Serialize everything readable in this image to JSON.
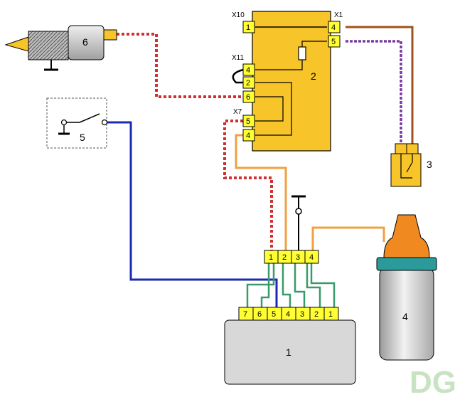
{
  "components": {
    "c1": {
      "label": "1",
      "pins": [
        "7",
        "6",
        "5",
        "4",
        "3",
        "2",
        "1"
      ]
    },
    "c2": {
      "label": "2",
      "x10": {
        "name": "X10",
        "pins": [
          "1"
        ]
      },
      "x1": {
        "name": "X1",
        "pins": [
          "4",
          "5"
        ]
      },
      "x11": {
        "name": "X11",
        "pins": [
          "4",
          "2",
          "6"
        ]
      },
      "x7": {
        "name": "X7",
        "pins": [
          "5",
          "4"
        ]
      }
    },
    "c3": {
      "label": "3"
    },
    "c4": {
      "label": "4"
    },
    "c5": {
      "label": "5"
    },
    "c6": {
      "label": "6"
    },
    "junction": {
      "pins": [
        "1",
        "2",
        "3",
        "4"
      ]
    }
  },
  "watermark": "DG",
  "colors": {
    "yellow": "#f7c52a",
    "pin_yellow": "#ffff33",
    "blue": "#1a2bb0",
    "orange": "#f0a040",
    "brown": "#a0521c",
    "purple": "#7a3aa0",
    "green": "#3a9a6a",
    "red_dash": "#d03030",
    "gray": "#d8d8d8"
  }
}
